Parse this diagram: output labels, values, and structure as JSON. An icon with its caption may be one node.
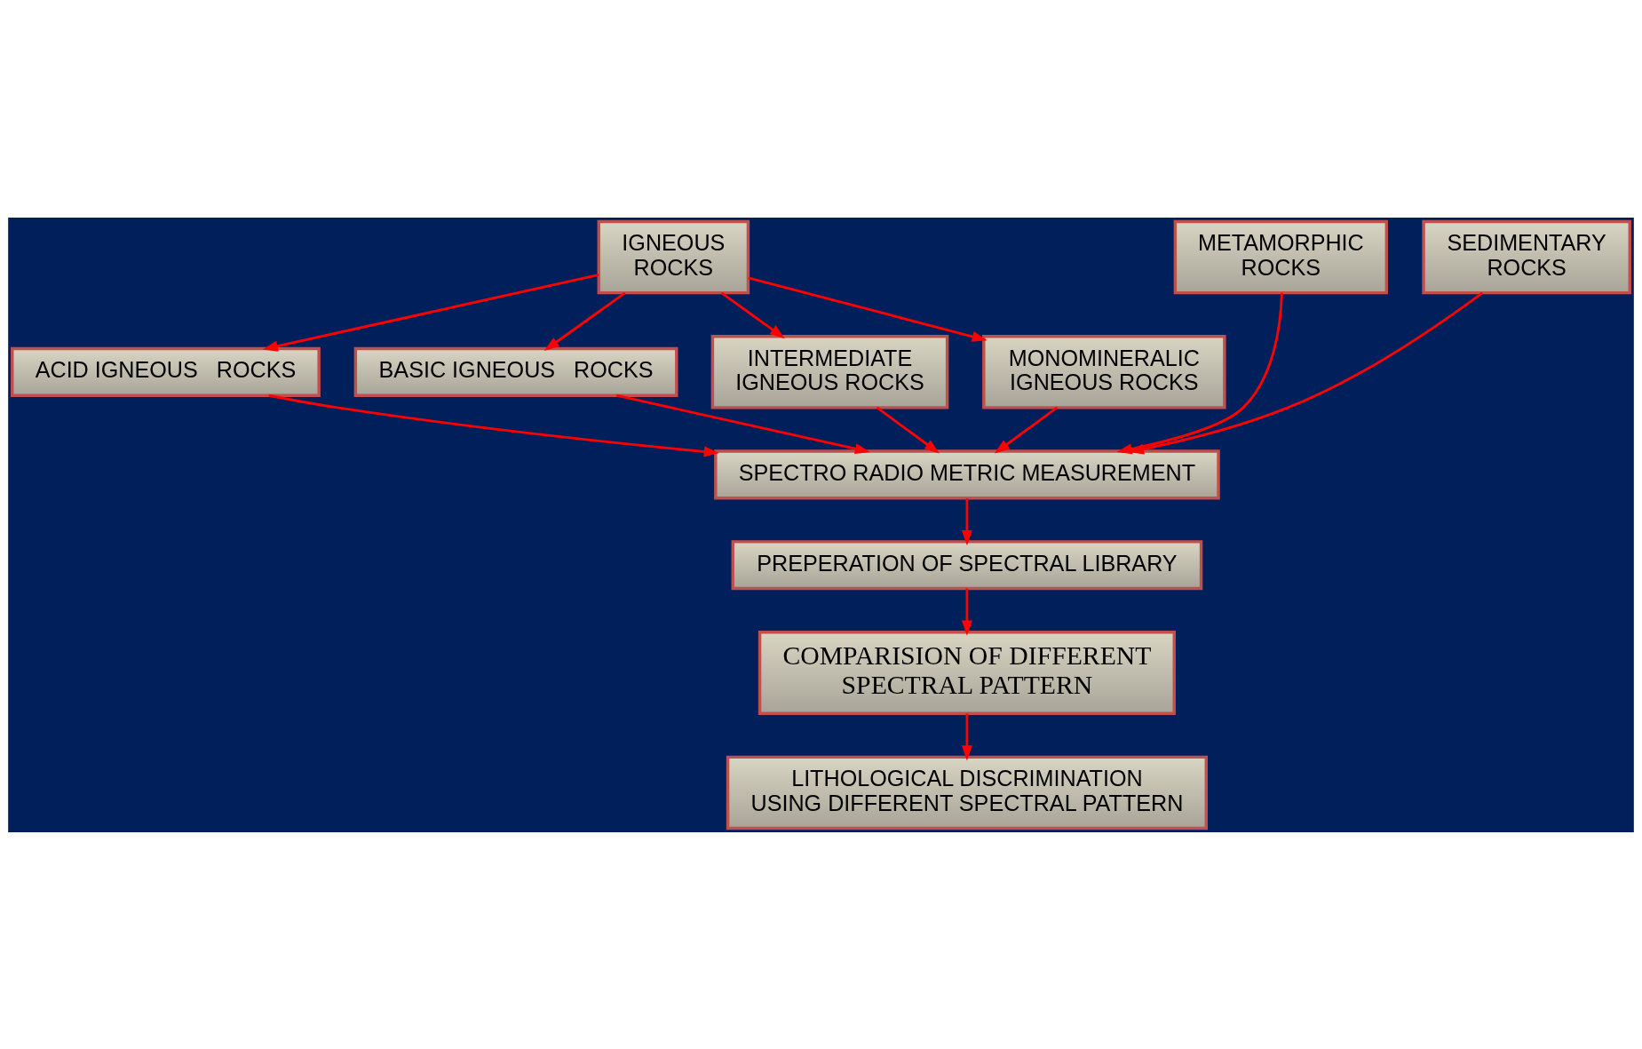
{
  "diagram": {
    "nodes": [
      {
        "text": [
          "IGNEOUS ROCKS"
        ]
      },
      {
        "text": [
          "ACID IGNEOUS   ROCKS"
        ]
      },
      {
        "text": [
          "BASIC IGNEOUS   ROCKS"
        ]
      },
      {
        "text": [
          "INTERMEDIATE IGNEOUS ROCKS"
        ]
      },
      {
        "text": [
          "MONOMINERALIC  IGNEOUS ROCKS"
        ]
      },
      {
        "text": [
          "METAMORPHIC ROCKS"
        ]
      },
      {
        "text": [
          "SEDIMENTARY ROCKS"
        ]
      },
      {
        "text": [
          "SPECTRO RADIO METRIC MEASUREMENT"
        ]
      },
      {
        "text": [
          "PREPERATION OF SPECTRAL LIBRARY"
        ]
      },
      {
        "text": [
          "COMPARISION OF DIFFERENT SPECTRAL PATTERN"
        ]
      },
      {
        "text": [
          "LITHOLOGICAL DISCRIMINATION USING DIFFERENT SPECTRAL PATTERN"
        ]
      }
    ],
    "edges": [
      {
        "from": 0,
        "to": 1,
        "arrow": "to"
      },
      {
        "from": 0,
        "to": 2,
        "arrow": "to"
      },
      {
        "from": 0,
        "to": 3,
        "arrow": "to"
      },
      {
        "from": 0,
        "to": 4,
        "arrow": "to"
      },
      {
        "from": 1,
        "to": 7,
        "arrow": "to"
      },
      {
        "from": 2,
        "to": 7,
        "arrow": "to"
      },
      {
        "from": 3,
        "to": 7,
        "arrow": "to"
      },
      {
        "from": 4,
        "to": 7,
        "arrow": "to"
      },
      {
        "from": 5,
        "to": 7,
        "arrow": "to"
      },
      {
        "from": 6,
        "to": 7,
        "arrow": "to"
      },
      {
        "from": 7,
        "to": 8,
        "arrow": "to"
      },
      {
        "from": 8,
        "to": 9,
        "arrow": "to"
      },
      {
        "from": 9,
        "to": 10,
        "arrow": "to"
      }
    ]
  }
}
